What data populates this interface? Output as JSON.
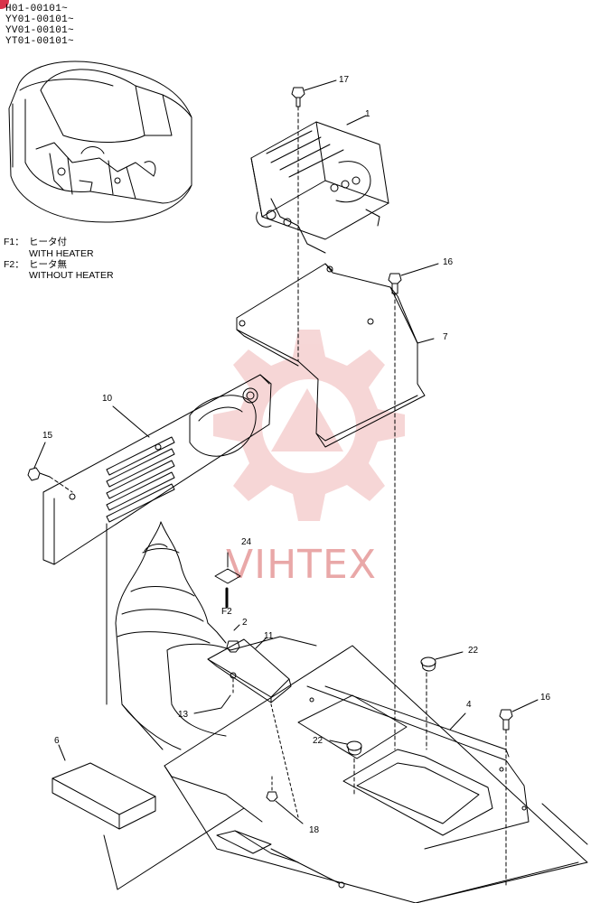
{
  "serials": [
    "H01-00101~",
    "YY01-00101~",
    "YV01-00101~",
    "YT01-00101~"
  ],
  "legend": {
    "f1": {
      "code": "F1：",
      "jp": "ヒータ付",
      "en": "WITH HEATER"
    },
    "f2": {
      "code": "F2：",
      "jp": "ヒータ無",
      "en": "WITHOUT HEATER"
    }
  },
  "callouts": {
    "c1": "1",
    "c2": "2",
    "c4": "4",
    "c6": "6",
    "c7": "7",
    "c10": "10",
    "c11": "11",
    "c13": "13",
    "c15": "15",
    "c16a": "16",
    "c16b": "16",
    "c17": "17",
    "c18": "18",
    "c22a": "22",
    "c22b": "22",
    "c24": "24",
    "f2": "F2"
  },
  "watermark": "VIHTEX",
  "colors": {
    "line": "#000000",
    "watermark": "#e9a8a8",
    "badge": "#d8334a"
  }
}
